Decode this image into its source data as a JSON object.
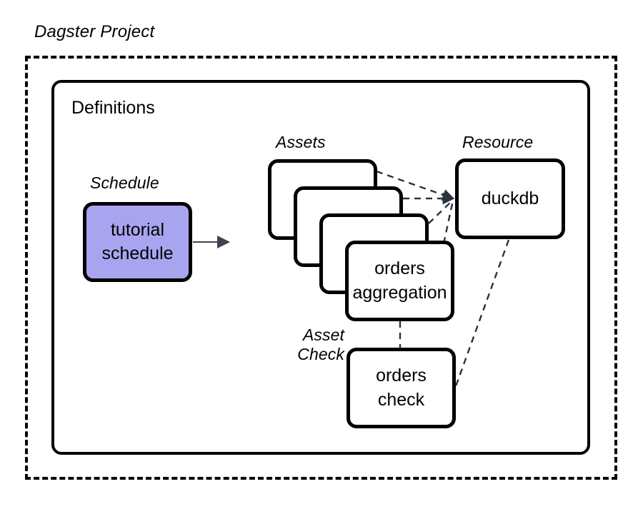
{
  "diagram": {
    "title": "Dagster Project",
    "container_label": "Definitions",
    "background_color": "#ffffff",
    "stroke_color": "#000000",
    "accent_color": "#a9a4f0",
    "arrow_color": "#3c4250",
    "dashed_connector_color": "#2b3240"
  },
  "groups": {
    "schedule": {
      "label": "Schedule",
      "node": {
        "line1": "tutorial",
        "line2": "schedule",
        "fill": "#a9a4f0"
      }
    },
    "assets": {
      "label": "Assets",
      "stack_count": 4,
      "cards": [
        {
          "line1": "",
          "line2": ""
        },
        {
          "line1": "",
          "line2": ""
        },
        {
          "line1": "",
          "line2": ""
        },
        {
          "line1": "orders",
          "line2": "aggregation"
        }
      ]
    },
    "resource": {
      "label": "Resource",
      "node": {
        "line1": "duckdb",
        "line2": ""
      }
    },
    "asset_check": {
      "label_line1": "Asset",
      "label_line2": "Check",
      "node": {
        "line1": "orders",
        "line2": "check"
      }
    }
  },
  "edges": [
    {
      "name": "schedule-to-assets",
      "from": "tutorial schedule",
      "to": "assets",
      "style": "solid-arrow"
    },
    {
      "name": "asset1-to-duckdb",
      "from": "asset card 1",
      "to": "duckdb",
      "style": "dashed"
    },
    {
      "name": "asset2-to-duckdb",
      "from": "asset card 2",
      "to": "duckdb",
      "style": "dashed"
    },
    {
      "name": "asset3-to-duckdb",
      "from": "asset card 3",
      "to": "duckdb",
      "style": "dashed"
    },
    {
      "name": "asset4-to-duckdb",
      "from": "orders aggregation",
      "to": "duckdb",
      "style": "dashed"
    },
    {
      "name": "orders-aggregation-to-orders-check",
      "from": "orders aggregation",
      "to": "orders check",
      "style": "dashed"
    },
    {
      "name": "duckdb-to-orders-check",
      "from": "duckdb",
      "to": "orders check",
      "style": "dashed"
    }
  ]
}
